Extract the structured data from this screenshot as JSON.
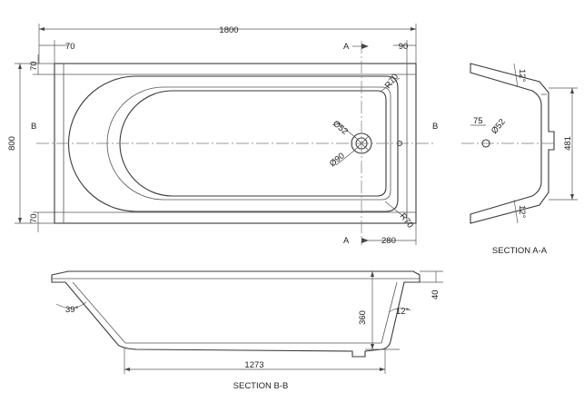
{
  "plan": {
    "overall_length": "1800",
    "rim_left": "70",
    "rim_right": "90",
    "overall_width": "800",
    "rim_top": "70",
    "rim_bottom": "70",
    "radius_top": "R70",
    "radius_bottom": "R70",
    "waste_dia": "Ø52",
    "overflow_dia": "Ø90",
    "waste_offset": "280",
    "section_a_top": "A",
    "section_a_bottom": "A",
    "section_b_left": "B",
    "section_b_right": "B"
  },
  "section_aa": {
    "caption": "SECTION A-A",
    "angle_top": "12°",
    "angle_bottom": "12°",
    "waste_offset": "75",
    "waste_dia": "Ø52",
    "depth": "481"
  },
  "section_bb": {
    "caption": "SECTION B-B",
    "end_angle": "39°",
    "foot_angle": "12°",
    "floor_length": "1273",
    "inner_depth": "360",
    "rim_height": "40"
  }
}
